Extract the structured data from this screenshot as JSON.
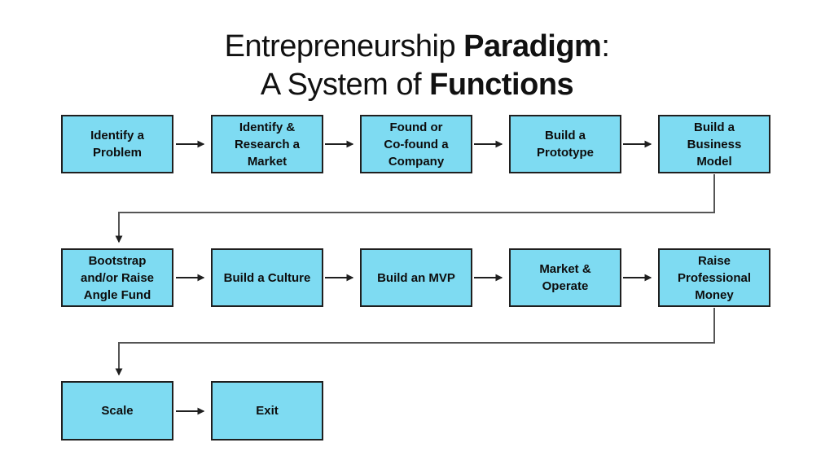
{
  "title": {
    "line1_regular": "Entrepreneurship ",
    "line1_bold": "Paradigm",
    "line1_colon": ":",
    "line2_regular": "A System of ",
    "line2_bold": "Functions"
  },
  "flowchart": {
    "rows": [
      {
        "boxes": [
          {
            "lines": [
              "Identify a",
              "Problem"
            ]
          },
          {
            "lines": [
              "Identify &",
              "Research a",
              "Market"
            ]
          },
          {
            "lines": [
              "Found or",
              "Co-found a",
              "Company"
            ]
          },
          {
            "lines": [
              "Build a",
              "Prototype"
            ]
          },
          {
            "lines": [
              "Build a",
              "Business",
              "Model"
            ]
          }
        ]
      },
      {
        "boxes": [
          {
            "lines": [
              "Bootstrap",
              "and/or Raise",
              "Angle Fund"
            ]
          },
          {
            "lines": [
              "Build a Culture"
            ]
          },
          {
            "lines": [
              "Build an MVP"
            ]
          },
          {
            "lines": [
              "Market &",
              "Operate"
            ]
          },
          {
            "lines": [
              "Raise",
              "Professional",
              "Money"
            ]
          }
        ]
      },
      {
        "boxes": [
          {
            "lines": [
              "Scale"
            ]
          },
          {
            "lines": [
              "Exit"
            ]
          }
        ]
      }
    ]
  },
  "colors": {
    "box_fill": "#7EDBF2",
    "box_border": "#1f1f1f",
    "box_text": "#0d0d0d",
    "arrow": "#1f1f1f",
    "connector": "#555555",
    "background": "#ffffff"
  }
}
